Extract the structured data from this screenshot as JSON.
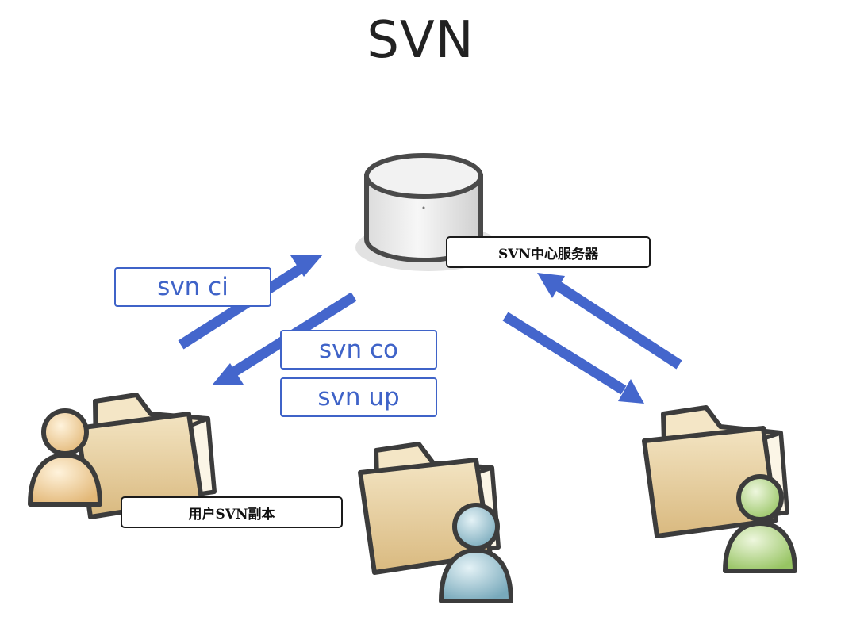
{
  "title": "SVN",
  "server": {
    "label": "SVN中心服务器",
    "icon": "database-server-icon"
  },
  "commands": {
    "commit": "svn ci",
    "checkout": "svn co",
    "update": "svn up"
  },
  "client_label": "用户SVN副本",
  "colors": {
    "arrow": "#4466cc",
    "command_text": "#3f63c8",
    "user_left": "#e9c48a",
    "user_center": "#8ab8c8",
    "user_right": "#a6cf72",
    "folder": "#ead3a4"
  }
}
